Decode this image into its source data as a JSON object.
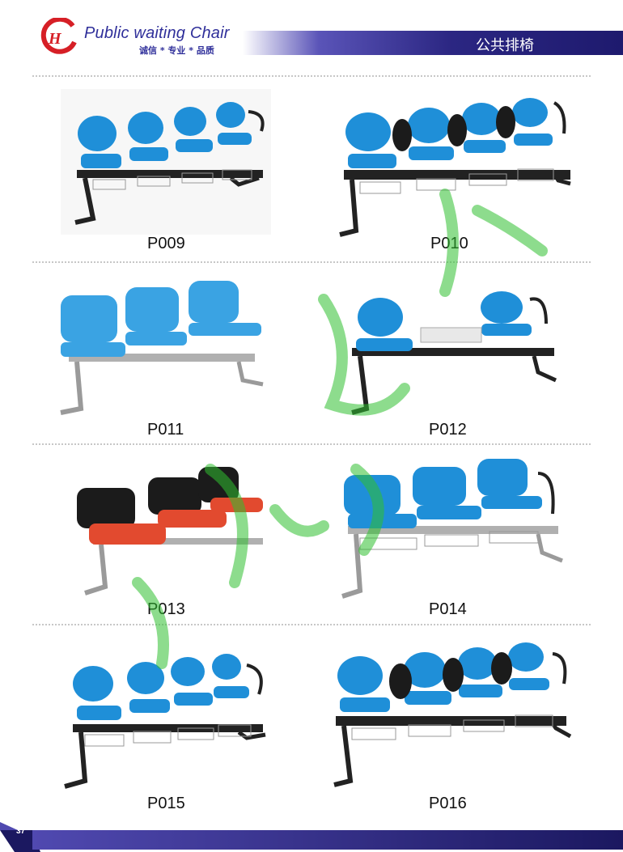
{
  "header": {
    "title": "Public waiting Chair",
    "motto": "诚信 * 专业 * 品质",
    "banner_title": "公共排椅"
  },
  "products": [
    {
      "code": "P009",
      "seat_color": "#1f8fd8"
    },
    {
      "code": "P010",
      "seat_color": "#1f8fd8"
    },
    {
      "code": "P011",
      "seat_color": "#3aa3e3"
    },
    {
      "code": "P012",
      "seat_color": "#1f8fd8"
    },
    {
      "code": "P013",
      "seat_color": "#e24a2f"
    },
    {
      "code": "P014",
      "seat_color": "#1f8fd8"
    },
    {
      "code": "P015",
      "seat_color": "#1f8fd8"
    },
    {
      "code": "P016",
      "seat_color": "#1f8fd8"
    }
  ],
  "footer": {
    "page_number": "37"
  },
  "colors": {
    "brand": "#2b2682",
    "logo_red": "#d61f26",
    "watermark": "#2fbf2f"
  }
}
